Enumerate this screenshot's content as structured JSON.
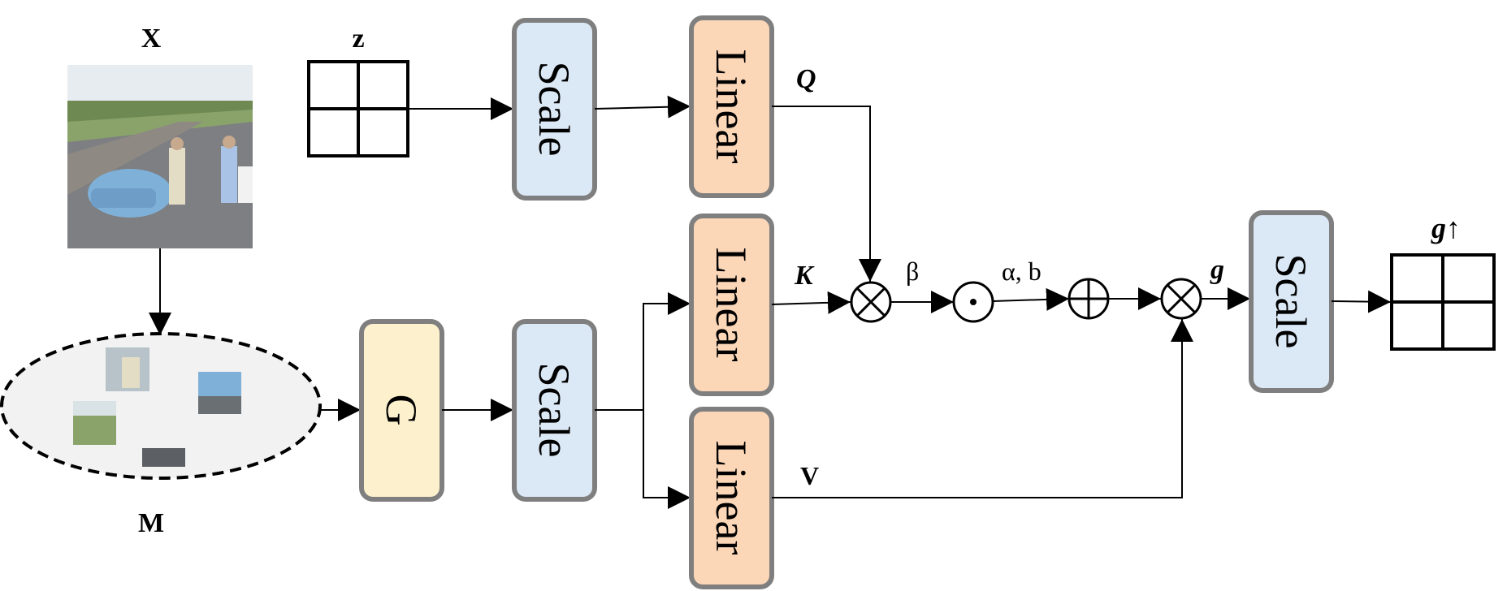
{
  "labels": {
    "x": "X",
    "z": "z",
    "m": "M",
    "q": "Q",
    "k": "K",
    "v": "V",
    "beta": "β",
    "alpha_b": "α, b",
    "g": "g",
    "g_up": "g↑"
  },
  "boxes": {
    "scale_top": "Scale",
    "linear_q": "Linear",
    "linear_k": "Linear",
    "linear_v": "Linear",
    "g_box": "G",
    "scale_mid": "Scale",
    "scale_out": "Scale"
  },
  "operators": {
    "mult_1": "⊗",
    "dot": "⊙",
    "add": "⊕",
    "mult_2": "⊗"
  },
  "colors": {
    "scale_fill": "#dbe8f5",
    "linear_fill": "#fbd6b7",
    "g_fill": "#fdf0cc",
    "box_border": "#7f7f7f",
    "ellipse_fill": "#f2f2f2"
  },
  "icons": {
    "input_image": "road-scene-photo",
    "patches": "image-patches"
  }
}
